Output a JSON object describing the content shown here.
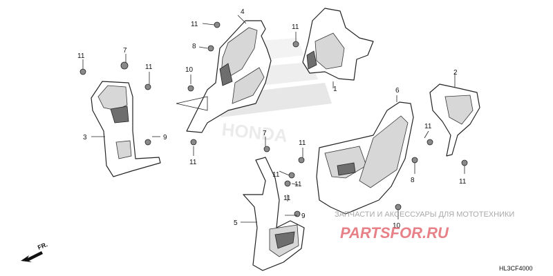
{
  "diagram": {
    "code": "HL3CF4000",
    "direction_label": "FR.",
    "watermark": {
      "brand_logo_text": "HONDA",
      "tagline": "ЗАПЧАСТИ И АКСЕССУАРЫ ДЛЯ МОТОТЕХНИКИ",
      "site": "PARTSFOR.RU"
    },
    "callouts": {
      "c1": "1",
      "c2": "2",
      "c3": "3",
      "c4": "4",
      "c5": "5",
      "c6": "6",
      "c7a": "7",
      "c7b": "7",
      "c8a": "8",
      "c8b": "8",
      "c9a": "9",
      "c9b": "9",
      "c10a": "10",
      "c10b": "10",
      "c11a": "11",
      "c11b": "11",
      "c11c": "11",
      "c11d": "11",
      "c11e": "11",
      "c11f": "11",
      "c11g": "11",
      "c11h": "11",
      "c11i": "11",
      "c11j": "11",
      "c11k": "11"
    }
  }
}
